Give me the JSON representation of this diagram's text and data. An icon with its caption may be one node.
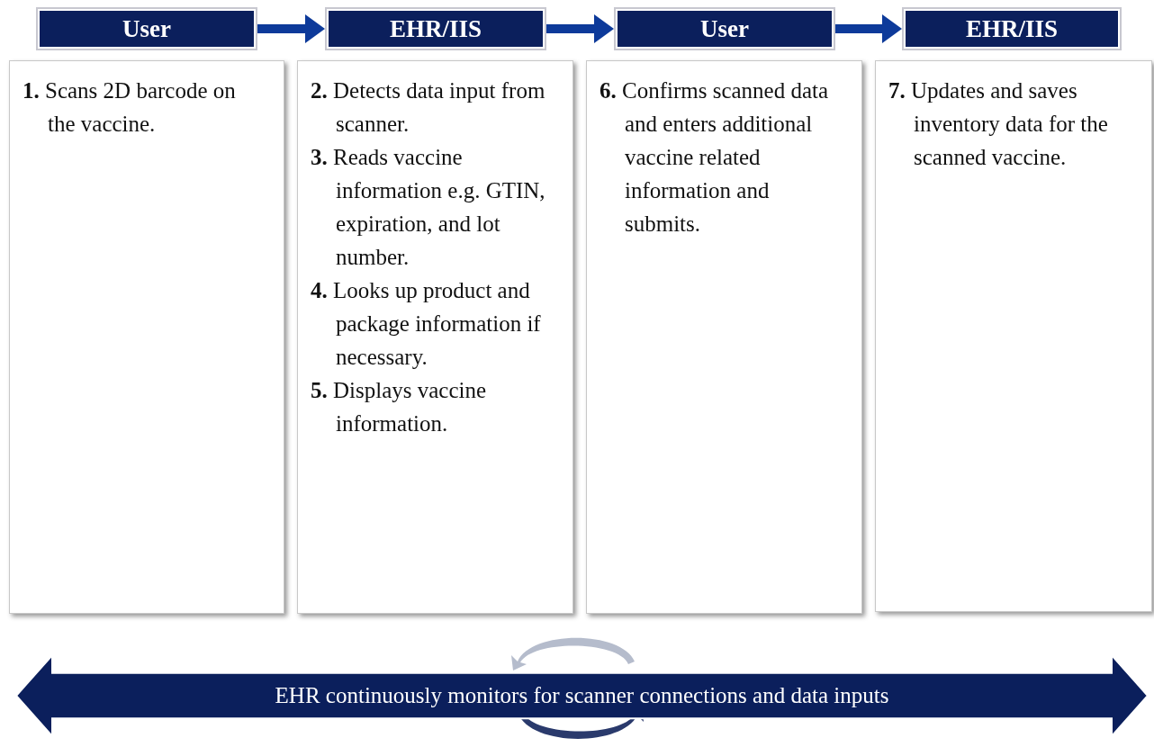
{
  "diagram": {
    "nodes": [
      {
        "text": [
          "User"
        ]
      },
      {
        "text": [
          "EHR/IIS"
        ]
      },
      {
        "text": [
          "User"
        ]
      },
      {
        "text": [
          "EHR/IIS"
        ]
      },
      {
        "text": [
          "**1.** Scans 2D barcode on the vaccine."
        ]
      },
      {
        "text": [
          "**2.** Detects data input from scanner.",
          "**3.** Reads vaccine information e.g. GTIN, expiration, and lot number.",
          "**4.** Looks up product and package information if necessary.",
          "**5.** Displays vaccine information."
        ]
      },
      {
        "text": [
          "**6.** Confirms scanned data and enters additional vaccine related information and submits."
        ]
      },
      {
        "text": [
          "**7.** Updates and saves inventory data for the scanned vaccine."
        ]
      },
      {
        "text": [
          "EHR continuously monitors for scanner connections and data inputs"
        ]
      }
    ],
    "edges": [
      {
        "from": 0,
        "to": 1,
        "arrow": "to"
      },
      {
        "from": 1,
        "to": 2,
        "arrow": "to"
      },
      {
        "from": 2,
        "to": 3,
        "arrow": "to"
      }
    ]
  }
}
